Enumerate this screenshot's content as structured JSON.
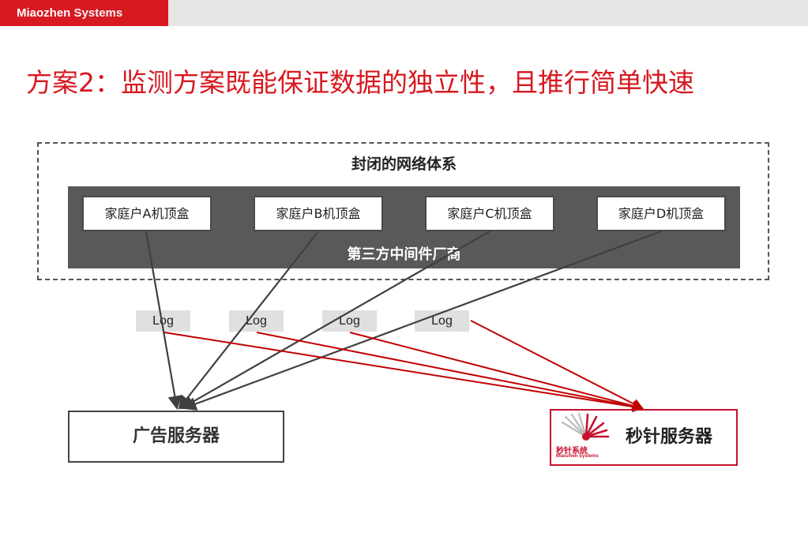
{
  "header": {
    "brand_main": "Miaozhen",
    "brand_rest": "Systems",
    "brand_color": "#d71920"
  },
  "slide": {
    "title": "方案2：监测方案既能保证数据的独立性，且推行简单快速"
  },
  "diagram": {
    "network_title": "封闭的网络体系",
    "vendor_label": "第三方中间件厂商",
    "set_top_boxes": [
      {
        "id": "A",
        "label": "家庭户A机顶盒"
      },
      {
        "id": "B",
        "label": "家庭户B机顶盒"
      },
      {
        "id": "C",
        "label": "家庭户C机顶盒"
      },
      {
        "id": "D",
        "label": "家庭户D机顶盒"
      }
    ],
    "logs": [
      "Log",
      "Log",
      "Log",
      "Log"
    ],
    "ad_server": "广告服务器",
    "mz_server": "秒针服务器",
    "logo_cn": "秒针系统",
    "logo_en": "Miaozhen Systems",
    "colors": {
      "gray_arrow": "#404040",
      "red_arrow": "#c00000"
    }
  }
}
